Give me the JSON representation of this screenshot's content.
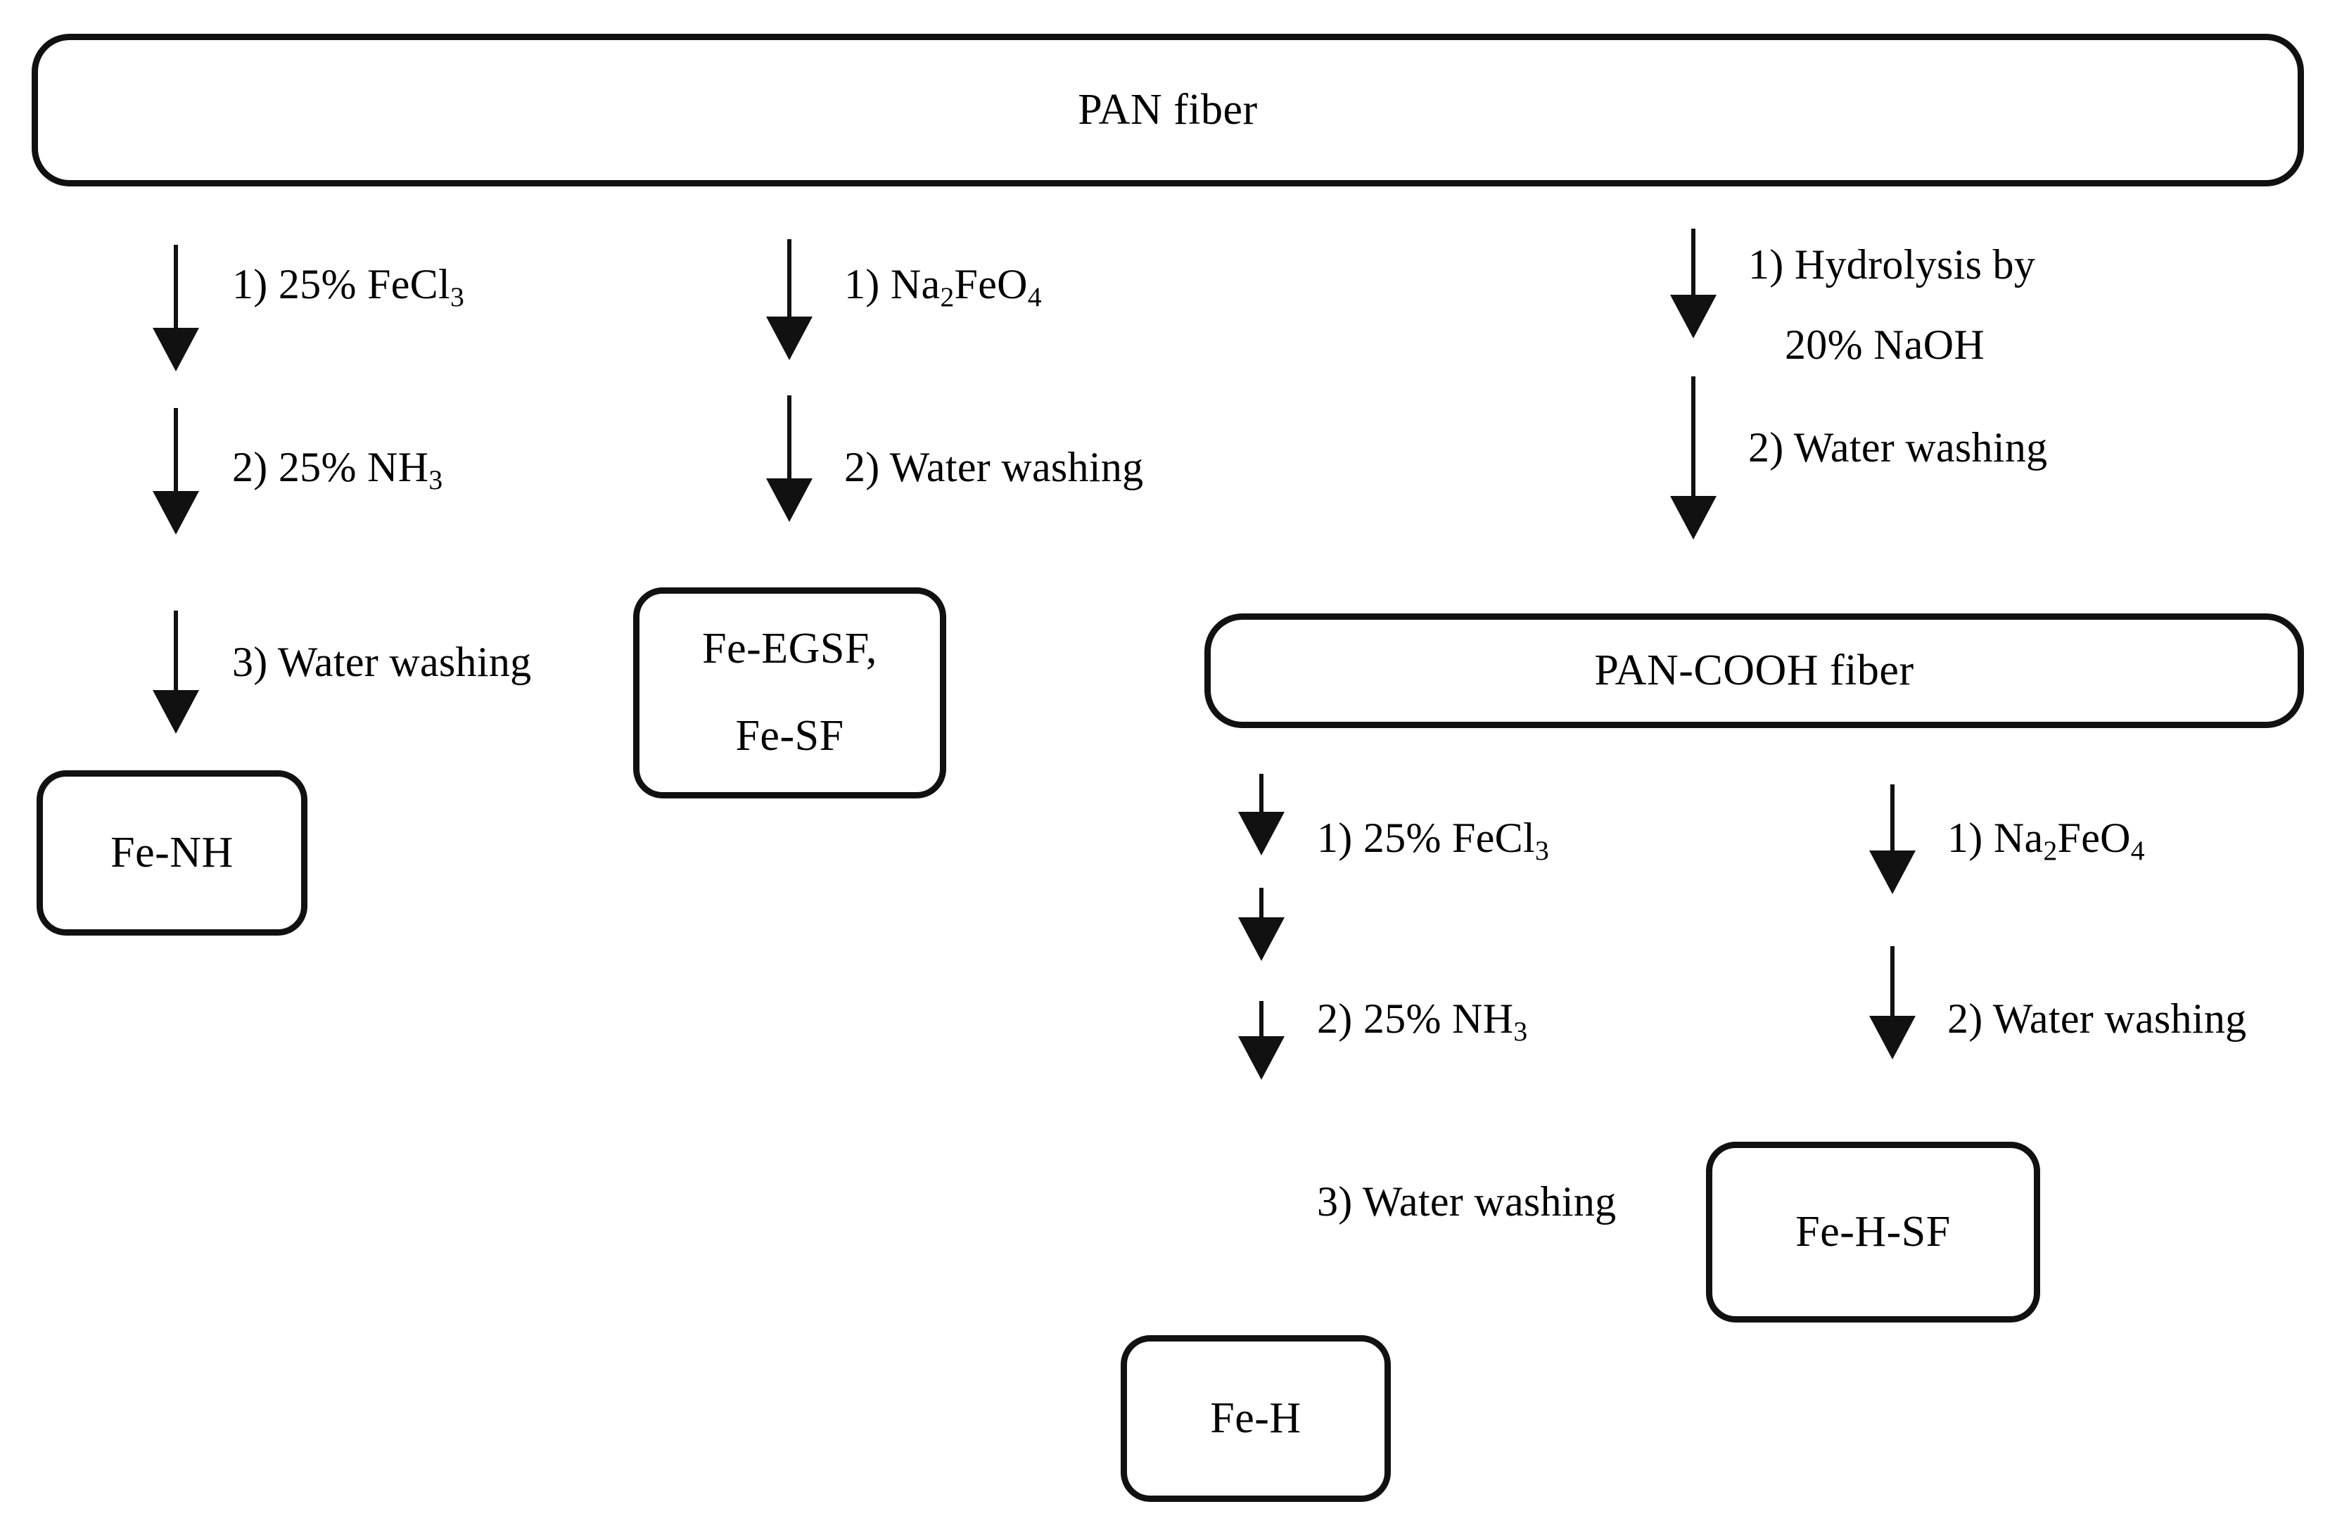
{
  "diagram": {
    "title": "PAN fiber modification routes flowchart",
    "colors": {
      "stroke": "#111111",
      "background": "#ffffff",
      "text": "#000000"
    },
    "nodes": {
      "pan_fiber": {
        "label": "PAN fiber"
      },
      "fe_nh": {
        "label": "Fe-NH"
      },
      "fe_egsf": {
        "line1": "Fe-EGSF,",
        "line2": "Fe-SF"
      },
      "pan_cooh_fiber": {
        "label": "PAN-COOH fiber"
      },
      "fe_h": {
        "label": "Fe-H"
      },
      "fe_h_sf": {
        "label": "Fe-H-SF"
      }
    },
    "branches": {
      "left": {
        "name": "PAN fiber to Fe-NH",
        "steps": [
          {
            "index": "1)",
            "text": "25% FeCl",
            "sub": "3",
            "tail": ""
          },
          {
            "index": "2)",
            "text": "25% NH",
            "sub": "3",
            "tail": ""
          },
          {
            "index": "3)",
            "text": "Water washing",
            "sub": "",
            "tail": ""
          }
        ]
      },
      "middle": {
        "name": "PAN fiber to Fe-EGSF / Fe-SF",
        "steps": [
          {
            "index": "1)",
            "text": "Na",
            "sub": "2",
            "tail": "FeO",
            "sub2": "4"
          },
          {
            "index": "2)",
            "text": "Water washing",
            "sub": "",
            "tail": ""
          }
        ]
      },
      "right": {
        "name": "PAN fiber to PAN-COOH fiber",
        "steps": [
          {
            "index": "1)",
            "line1": "Hydrolysis by",
            "line2": "20% NaOH"
          },
          {
            "index": "2)",
            "text": "Water washing",
            "sub": "",
            "tail": ""
          }
        ]
      },
      "lower_middle": {
        "name": "PAN-COOH fiber to Fe-H",
        "steps": [
          {
            "index": "1)",
            "text": "25% FeCl",
            "sub": "3",
            "tail": ""
          },
          {
            "index": "2)",
            "text": "25% NH",
            "sub": "3",
            "tail": ""
          },
          {
            "index": "3)",
            "text": "Water washing",
            "sub": "",
            "tail": ""
          }
        ]
      },
      "lower_right": {
        "name": "PAN-COOH fiber to Fe-H-SF",
        "steps": [
          {
            "index": "1)",
            "text": "Na",
            "sub": "2",
            "tail": "FeO",
            "sub2": "4"
          },
          {
            "index": "2)",
            "text": "Water washing",
            "sub": "",
            "tail": ""
          }
        ]
      }
    },
    "captions": {
      "l_s1_a": "1) 25% FeCl",
      "l_s1_b": "3",
      "l_s2_a": "2) 25% NH",
      "l_s2_b": "3",
      "l_s3": "3) Water washing",
      "m_s1_a": "1) Na",
      "m_s1_b": "2",
      "m_s1_c": "FeO",
      "m_s1_d": "4",
      "m_s2": "2) Water washing",
      "r_s1_l1": "1) Hydrolysis by",
      "r_s1_l2": "20% NaOH",
      "r_s2": "2) Water washing",
      "lm_s1_a": "1) 25% FeCl",
      "lm_s1_b": "3",
      "lm_s2_a": "2) 25% NH",
      "lm_s2_b": "3",
      "lm_s3": "3) Water washing",
      "lr_s1_a": "1) Na",
      "lr_s1_b": "2",
      "lr_s1_c": "FeO",
      "lr_s1_d": "4",
      "lr_s2": "2) Water washing"
    }
  }
}
